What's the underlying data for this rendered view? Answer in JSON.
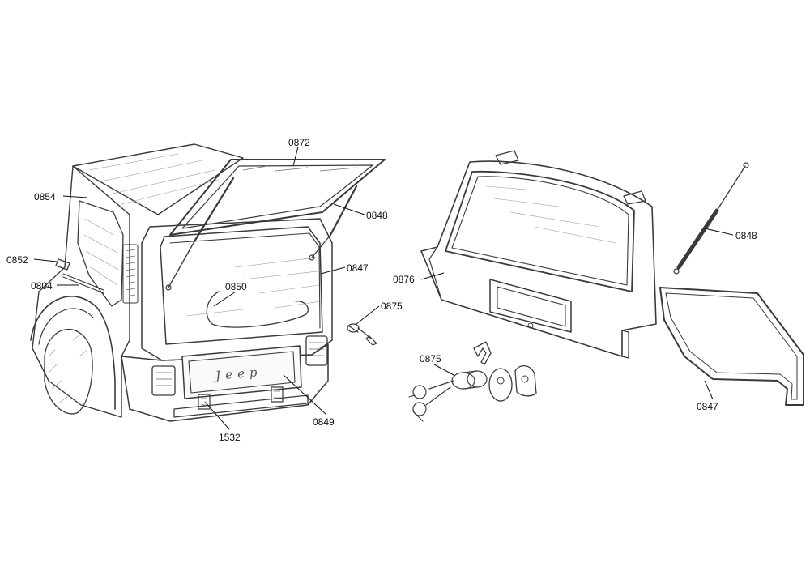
{
  "callouts": {
    "c0872": "0872",
    "c0854": "0854",
    "c0848_left": "0848",
    "c0852": "0852",
    "c0847_left": "0847",
    "c0804": "0804",
    "c0850": "0850",
    "c0875_left": "0875",
    "c0876": "0876",
    "c0849": "0849",
    "c1532": "1532",
    "c0848_right": "0848",
    "c0875_right": "0875",
    "c0847_right": "0847"
  },
  "emblem_text": "Jeep"
}
